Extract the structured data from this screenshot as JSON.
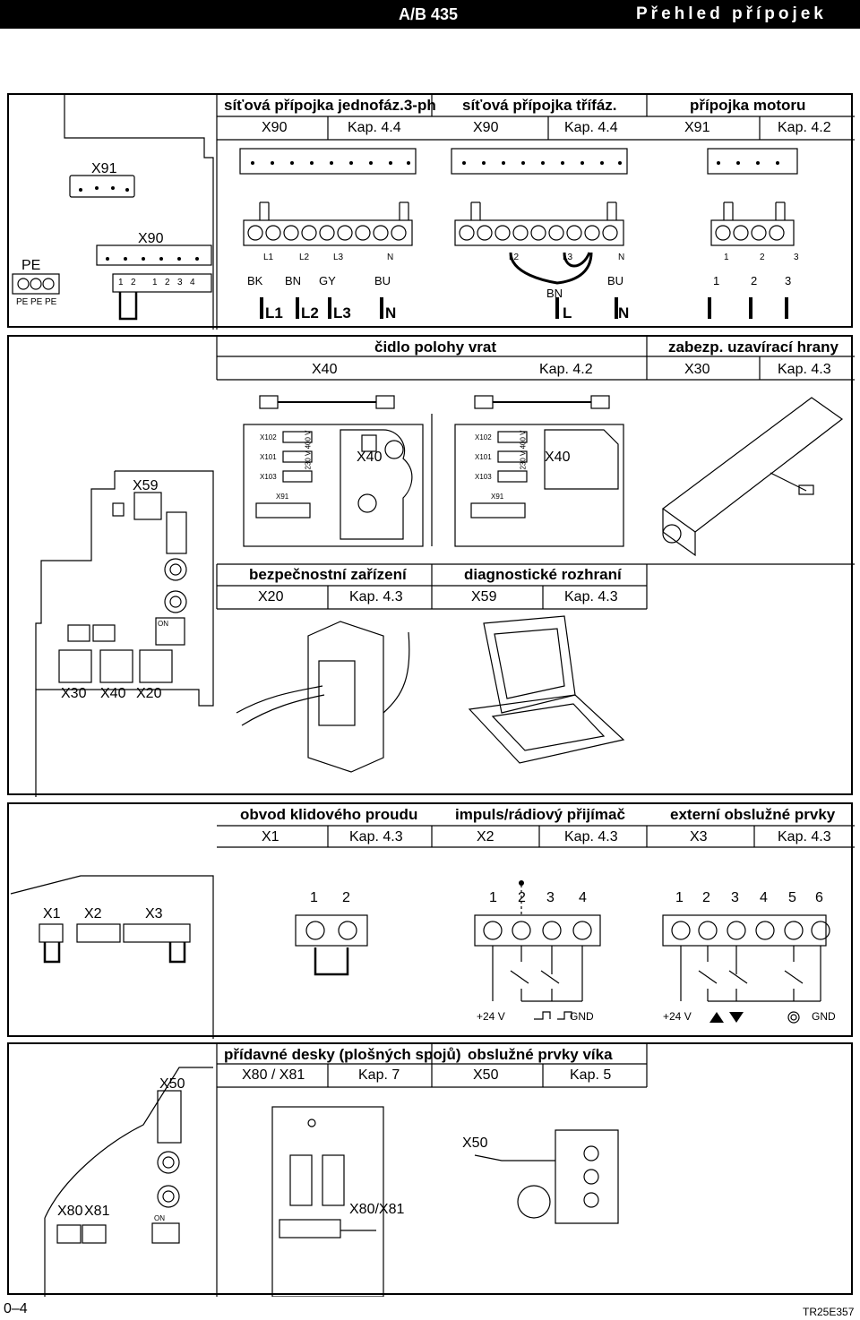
{
  "header": {
    "model": "A/B 435",
    "title": "Přehled přípojek"
  },
  "board_labels": {
    "x91": "X91",
    "x90": "X90",
    "pe": "PE",
    "pe_term": "PE",
    "x59": "X59",
    "x30": "X30",
    "x40": "X40",
    "x20": "X20",
    "x1": "X1",
    "x2": "X2",
    "x3": "X3",
    "x50": "X50",
    "x80": "X80",
    "x81": "X81",
    "on": "ON"
  },
  "numbers": {
    "n1": "1",
    "n2": "2",
    "n3": "3",
    "n4": "4",
    "n5": "5",
    "n6": "6"
  },
  "sec1": {
    "a_title": "síťová přípojka jednofáz.3-ph",
    "a_conn": "X90",
    "a_kap": "Kap. 4.4",
    "b_title": "síťová přípojka třífáz.",
    "b_conn": "X90",
    "b_kap": "Kap. 4.4",
    "c_title": "přípojka motoru",
    "c_conn": "X91",
    "c_kap": "Kap. 4.2",
    "wire_labels": {
      "l1": "L1",
      "l2": "L2",
      "l3": "L3",
      "n": "N",
      "bk": "BK",
      "bn": "BN",
      "gy": "GY",
      "bu": "BU",
      "l": "L"
    }
  },
  "sec2": {
    "a_title": "čidlo polohy vrat",
    "a_conn": "X40",
    "a_kap": "Kap. 4.2",
    "b_title": "zabezp. uzavírací hrany",
    "b_conn": "X30",
    "b_kap": "Kap. 4.3",
    "box_labels": {
      "x102": "X102",
      "x101": "X101",
      "x103": "X103",
      "v230": "230 V 400 V",
      "x40": "X40",
      "x91": "X91"
    }
  },
  "sec3": {
    "a_title": "bezpečnostní zařízení",
    "a_conn": "X20",
    "a_kap": "Kap. 4.3",
    "b_title": "diagnostické rozhraní",
    "b_conn": "X59",
    "b_kap": "Kap. 4.3"
  },
  "sec4": {
    "a_title": "obvod klidového proudu",
    "a_conn": "X1",
    "a_kap": "Kap. 4.3",
    "b_title": "impuls/rádiový přijímač",
    "b_conn": "X2",
    "b_kap": "Kap. 4.3",
    "c_title": "externí obslužné prvky",
    "c_conn": "X3",
    "c_kap": "Kap. 4.3",
    "plus24": "+24 V",
    "gnd": "GND"
  },
  "sec5": {
    "a_title": "přídavné desky (plošných spojů)",
    "a_conn": "X80 / X81",
    "a_kap": "Kap. 7",
    "b_title": "obslužné prvky víka",
    "b_conn": "X50",
    "b_kap": "Kap. 5",
    "x80x81": "X80/X81",
    "x50": "X50"
  },
  "footer": {
    "page": "0–4",
    "code": "TR25E357"
  }
}
